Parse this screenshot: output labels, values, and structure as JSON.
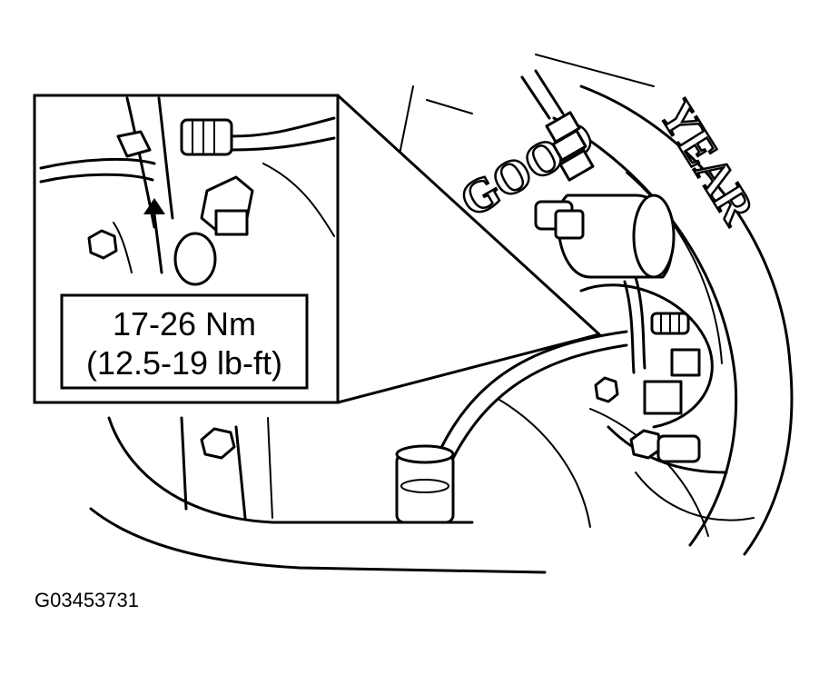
{
  "callout": {
    "torque_nm": "17-26 Nm",
    "torque_lbft": "(12.5-19 lb-ft)"
  },
  "tire_brand": {
    "part1": "GOOD",
    "part2": "YEAR"
  },
  "figure_code": "G03453731"
}
